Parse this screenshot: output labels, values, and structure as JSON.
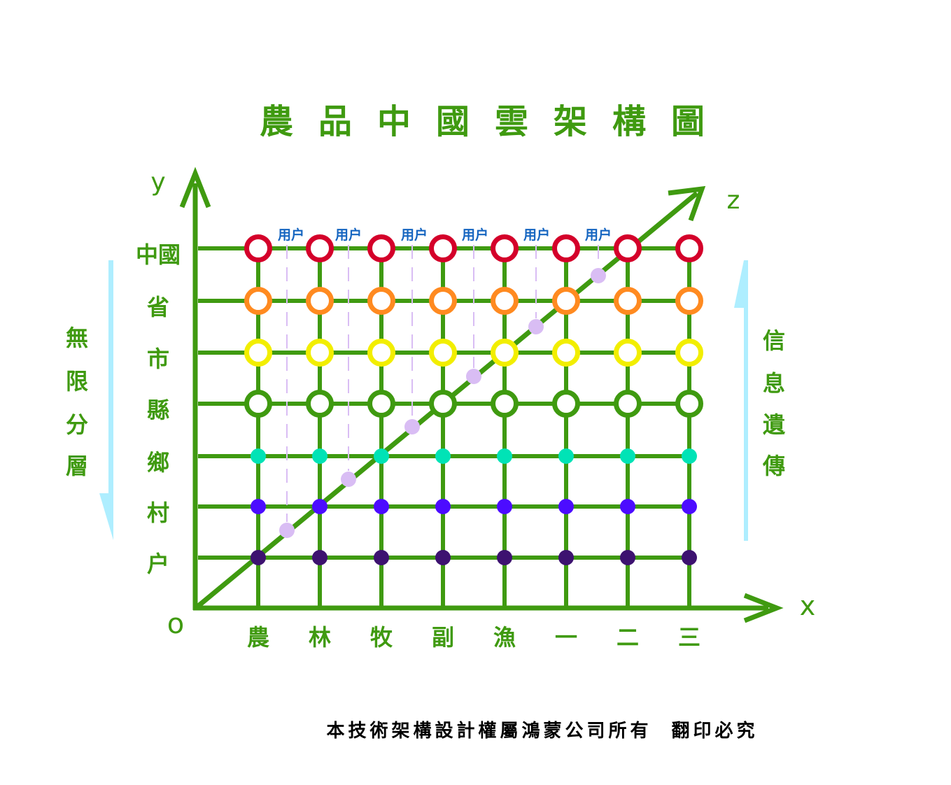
{
  "title": "農品中國雲架構圖",
  "axes": {
    "origin": "o",
    "x": "x",
    "y": "y",
    "z": "z"
  },
  "x_labels": [
    "農",
    "林",
    "牧",
    "副",
    "漁",
    "一",
    "二",
    "三"
  ],
  "y_labels": [
    "中國",
    "省",
    "市",
    "縣",
    "鄉",
    "村",
    "户"
  ],
  "left_arrow_text": "無限分層",
  "right_arrow_text": "信息遺傳",
  "user_label": "用户",
  "user_count": 6,
  "footer": "本技術架構設計權屬鴻蒙公司所有  翻印必究",
  "colors": {
    "grid": "#3f9a10",
    "text": "#3f9a10",
    "level_china": "#d4002a",
    "level_province": "#ff8a20",
    "level_city": "#f2ee00",
    "level_county": "#3f9a10",
    "level_township": "#00e3b6",
    "level_village": "#4c0cff",
    "level_household": "#3d1270",
    "user_dot": "#d9bdf4",
    "user_label": "#1565c0",
    "side_arrow": "#aeeeff",
    "footer": "#000000"
  }
}
